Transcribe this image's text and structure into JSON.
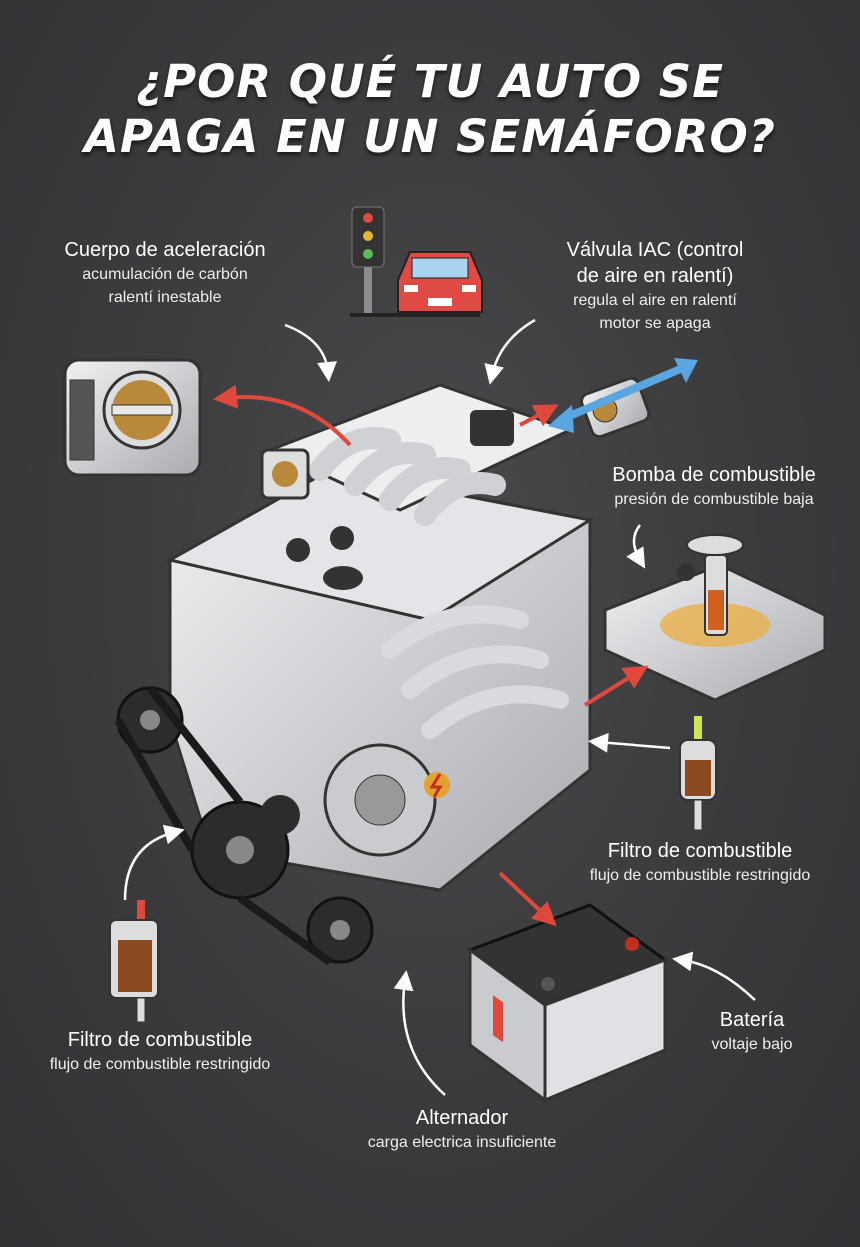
{
  "title": {
    "line1": "¿POR QUÉ TU AUTO SE",
    "line2": "APAGA EN UN SEMÁFORO?"
  },
  "labels": {
    "throttle": {
      "title": "Cuerpo de aceleración",
      "lines": [
        "acumulación de carbón",
        "ralentí inestable"
      ]
    },
    "iac": {
      "title_lines": [
        "Válvula IAC (control",
        "de aire en ralentí)"
      ],
      "lines": [
        "regula el aire en ralentí",
        "motor se apaga"
      ]
    },
    "fuel_pump": {
      "title": "Bomba de combustible",
      "lines": [
        "presión de combustible baja"
      ]
    },
    "fuel_filter_right": {
      "title": "Filtro de combustible",
      "lines": [
        "flujo de combustible restringido"
      ]
    },
    "fuel_filter_left": {
      "title": "Filtro de combustible",
      "lines": [
        "flujo de combustible restringido"
      ]
    },
    "battery": {
      "title": "Batería",
      "lines": [
        "voltaje bajo"
      ]
    },
    "alternator": {
      "title": "Alternador",
      "lines": [
        "carga electrica insuficiente"
      ]
    }
  },
  "colors": {
    "background": "#3b3b3e",
    "red_arrow": "#e0483c",
    "blue_arrow": "#5aa6e0",
    "car": "#e04a45"
  }
}
